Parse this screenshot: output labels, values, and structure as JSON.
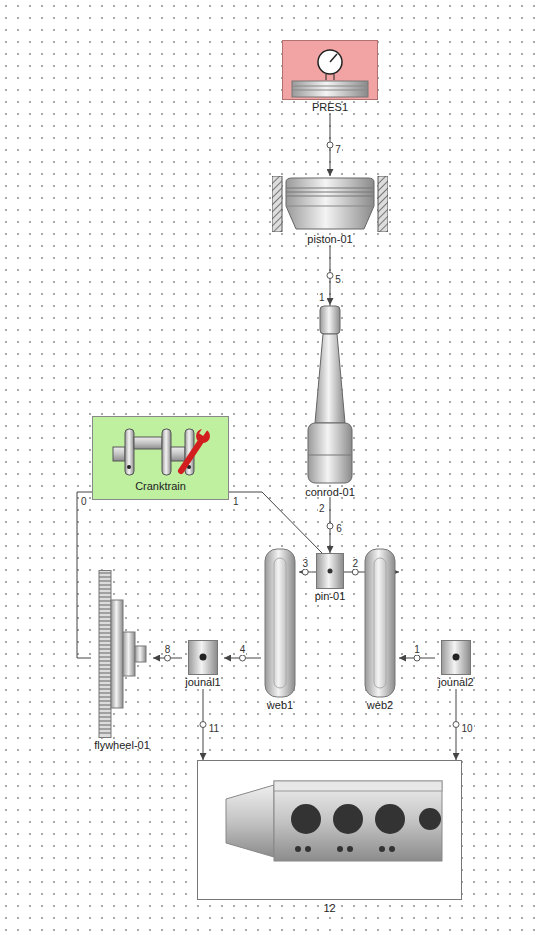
{
  "diagram": {
    "nodes": [
      {
        "text": [
          "PRES1"
        ]
      },
      {
        "text": [
          "piston-01"
        ]
      },
      {
        "text": [
          "conrod-01"
        ]
      },
      {
        "text": [
          "Cranktrain"
        ]
      },
      {
        "text": [
          "pin-01"
        ]
      },
      {
        "text": [
          "web1"
        ]
      },
      {
        "text": [
          "web2"
        ]
      },
      {
        "text": [
          "flywheel-01"
        ]
      },
      {
        "text": [
          "jounal1"
        ]
      },
      {
        "text": [
          "jounal2"
        ]
      },
      {
        "text": [
          "12"
        ]
      }
    ],
    "edges": [
      {
        "from": 0,
        "to": 1,
        "arrow": "to",
        "label": "7"
      },
      {
        "from": 1,
        "to": 2,
        "arrow": "to",
        "label": "5"
      },
      {
        "from": 2,
        "to": 4,
        "arrow": "to",
        "label": "6"
      },
      {
        "from": 4,
        "to": 5,
        "arrow": "to",
        "label": "3"
      },
      {
        "from": 4,
        "to": 6,
        "arrow": "to",
        "label": "2"
      },
      {
        "from": 5,
        "to": 8,
        "arrow": "to",
        "label": "4"
      },
      {
        "from": 8,
        "to": 7,
        "arrow": "to",
        "label": "8"
      },
      {
        "from": 9,
        "to": 6,
        "arrow": "to",
        "label": "1"
      },
      {
        "from": 8,
        "to": 10,
        "arrow": "to",
        "label": "11"
      },
      {
        "from": 9,
        "to": 10,
        "arrow": "to",
        "label": "10"
      },
      {
        "from": 3,
        "to": 7,
        "arrow": "none"
      },
      {
        "from": 3,
        "to": 4,
        "arrow": "none"
      }
    ],
    "labels": [
      "1",
      "2",
      "0",
      "1"
    ]
  }
}
